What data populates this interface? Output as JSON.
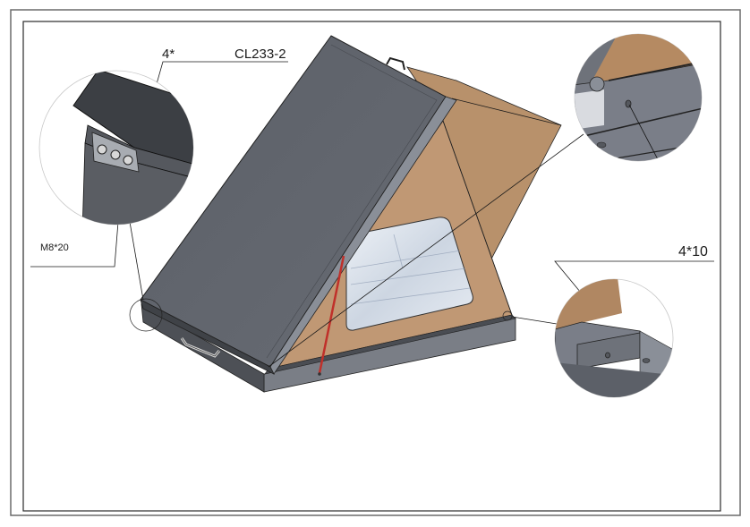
{
  "drawing": {
    "subject": "rooftop tent assembly with detail callouts",
    "colors": {
      "frame_outer": "#6b6b6b",
      "frame_inner": "#2a2a2a",
      "shell_dark": "#55585e",
      "shell_mid": "#6e727a",
      "shell_light": "#8a8f98",
      "fabric": "#b58a62",
      "fabric_light": "#c9a07a",
      "window_glass": "#dfe6ef",
      "gas_strut": "#c0302a",
      "leader_line": "#1a1a1a",
      "callout_circle": "#bdbdbd"
    }
  },
  "labels": {
    "hinge_qty": "4*",
    "hinge_part": "CL233-2",
    "bolt_spec": "M8*20",
    "screw_spec": "4*10"
  },
  "callouts": [
    {
      "id": "hinge-detail",
      "position": "top-left",
      "label_ref": "hinge_part"
    },
    {
      "id": "rail-detail",
      "position": "top-right"
    },
    {
      "id": "corner-detail",
      "position": "bottom-right",
      "label_ref": "screw_spec"
    }
  ]
}
